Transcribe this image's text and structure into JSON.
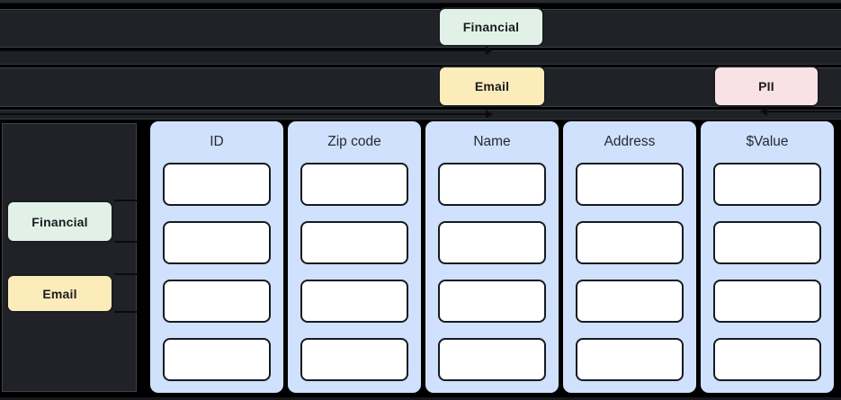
{
  "top": {
    "financial": {
      "label": "Financial",
      "color": "#e1f1e7"
    },
    "email": {
      "label": "Email",
      "color": "#fcecba"
    },
    "pii": {
      "label": "PII",
      "color": "#f9e2e6"
    }
  },
  "sidebar": {
    "financial": {
      "label": "Financial",
      "color": "#e1f1e7"
    },
    "email": {
      "label": "Email",
      "color": "#fcecba"
    }
  },
  "table": {
    "columns": [
      {
        "header": "ID",
        "cells": [
          "",
          "",
          "",
          ""
        ]
      },
      {
        "header": "Zip code",
        "cells": [
          "",
          "",
          "",
          ""
        ]
      },
      {
        "header": "Name",
        "cells": [
          "",
          "",
          "",
          ""
        ]
      },
      {
        "header": "Address",
        "cells": [
          "",
          "",
          "",
          ""
        ]
      },
      {
        "header": "$Value",
        "cells": [
          "",
          "",
          "",
          ""
        ]
      }
    ],
    "rows_per_column": 4
  },
  "colors": {
    "background": "#000000",
    "lane_gray": "#202227",
    "lane_edge": "#3e4248",
    "connector_seam": "#0a0b0d",
    "panel_blue": "#cfe1fc",
    "cell_fill": "#ffffff",
    "cell_border": "#171a1f",
    "chip_text": "#191c21",
    "header_text": "#262a31"
  }
}
